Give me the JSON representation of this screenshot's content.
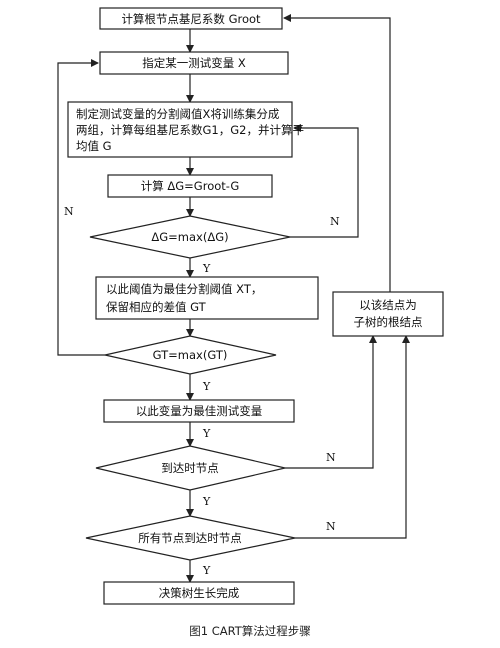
{
  "nodes": {
    "step1": "计算根节点基尼系数 Groot",
    "step2": "指定某一测试变量 X",
    "step3_l1": "制定测试变量的分割阈值X将训练集分成",
    "step3_l2": "两组，计算每组基尼系数G1，G2，并计算平",
    "step3_l3": "均值 G",
    "step4": "计算 ΔG=Groot-G",
    "d1": "ΔG=max(ΔG)",
    "step5_l1": "以此阈值为最佳分割阈值 XT，",
    "step5_l2": "保留相应的差值 GT",
    "d2": "GT=max(GT)",
    "step6": "以此变量为最佳测试变量",
    "d3": "到达时节点",
    "d4": "所有节点到达时节点",
    "end": "决策树生长完成",
    "side_l1": "以该结点为",
    "side_l2": "子树的根结点"
  },
  "labels": {
    "yes": "Y",
    "no": "N"
  },
  "caption": "图1 CART算法过程步骤"
}
